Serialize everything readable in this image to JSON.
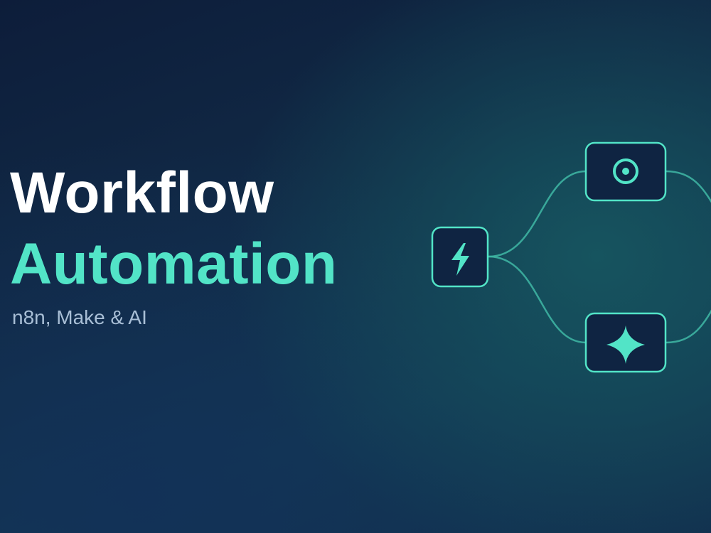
{
  "hero": {
    "title_line1": "Workflow",
    "title_line2": "Automation",
    "subtitle": "n8n, Make & AI"
  },
  "colors": {
    "accent": "#52e4c7",
    "title": "#ffffff",
    "subtitle": "#a9bfd6",
    "background_dark": "#0d1d3a",
    "node_fill": "#0f2442"
  },
  "diagram": {
    "nodes": [
      {
        "icon": "lightning-bolt-icon"
      },
      {
        "icon": "target-circle-icon"
      },
      {
        "icon": "sparkle-star-icon"
      }
    ]
  }
}
